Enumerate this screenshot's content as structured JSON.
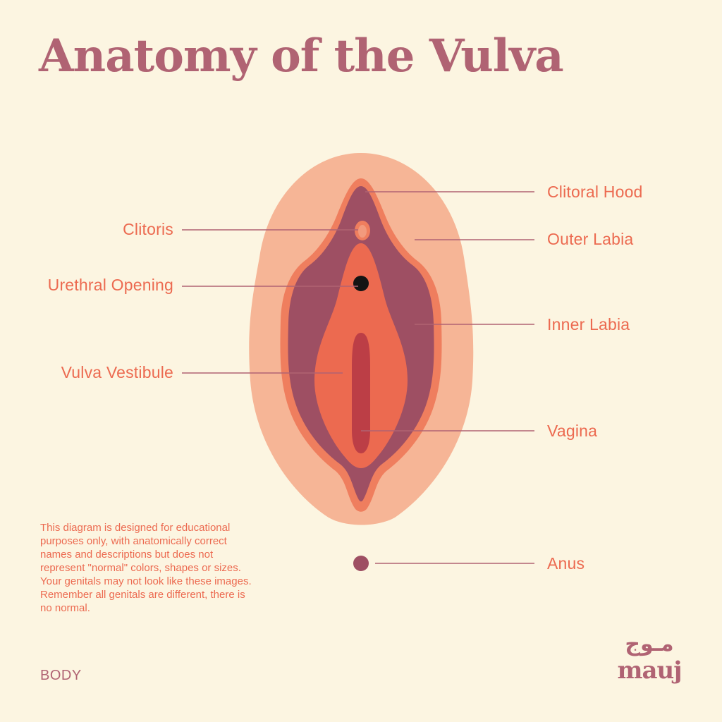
{
  "title": "Anatomy of the Vulva",
  "labels": {
    "clitoral_hood": "Clitoral Hood",
    "outer_labia": "Outer Labia",
    "inner_labia": "Inner Labia",
    "vagina": "Vagina",
    "anus": "Anus",
    "clitoris": "Clitoris",
    "urethral_opening": "Urethral Opening",
    "vulva_vestibule": "Vulva Vestibule"
  },
  "disclaimer": "This diagram is designed for educational purposes only, with anatomically correct names and descriptions but does not represent \"normal\" colors, shapes or sizes. Your genitals may not look like these images. Remember all genitals are different, there is no normal.",
  "category": "BODY",
  "logo": {
    "arabic": "مـوج",
    "latin": "mauj"
  },
  "colors": {
    "background": "#fcf5e1",
    "outer_labia": "#f6b596",
    "inner_labia_outline": "#ef7e5e",
    "inner_labia": "#9e4f63",
    "vestibule": "#ec6a50",
    "vagina": "#bc3e46",
    "leader_lines": "#b06373",
    "label_text": "#ec6a50",
    "title": "#b06373"
  }
}
